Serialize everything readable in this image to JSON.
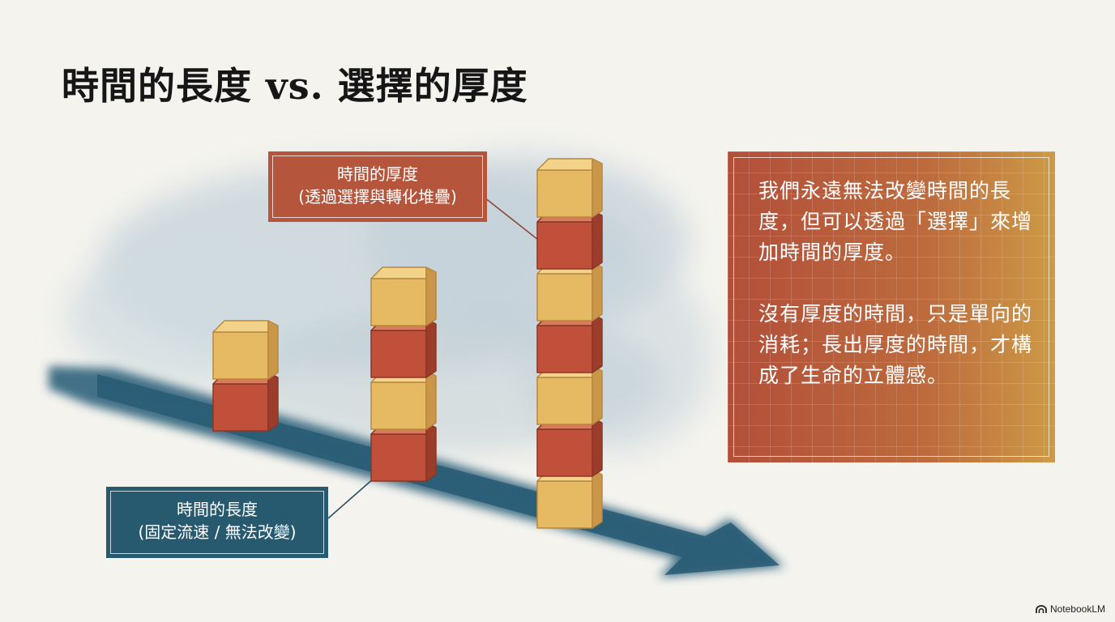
{
  "slide": {
    "title": "時間的長度 vs. 選擇的厚度"
  },
  "labels": {
    "thickness": {
      "line1": "時間的厚度",
      "line2": "(透過選擇與轉化堆疊)"
    },
    "length": {
      "line1": "時間的長度",
      "line2": "(固定流速 / 無法改變)"
    }
  },
  "quote": {
    "paragraph1": "我們永遠無法改變時間的長度，但可以透過「選擇」來增加時間的厚度。",
    "paragraph2": "沒有厚度的時間，只是單向的消耗；長出厚度的時間，才構成了生命的立體感。"
  },
  "stacks": [
    {
      "cubes": [
        "red",
        "gold"
      ]
    },
    {
      "cubes": [
        "red",
        "gold",
        "red",
        "gold"
      ]
    },
    {
      "cubes": [
        "gold",
        "red",
        "gold",
        "red",
        "gold",
        "red",
        "gold"
      ]
    }
  ],
  "colors": {
    "gold": "#e4b75e",
    "red": "#bf5038",
    "arrow": "#2d627c",
    "card": "#b4553c",
    "navy": "#285a6f"
  },
  "brand": {
    "name": "NotebookLM",
    "icon": "notebooklm-logo-icon"
  }
}
